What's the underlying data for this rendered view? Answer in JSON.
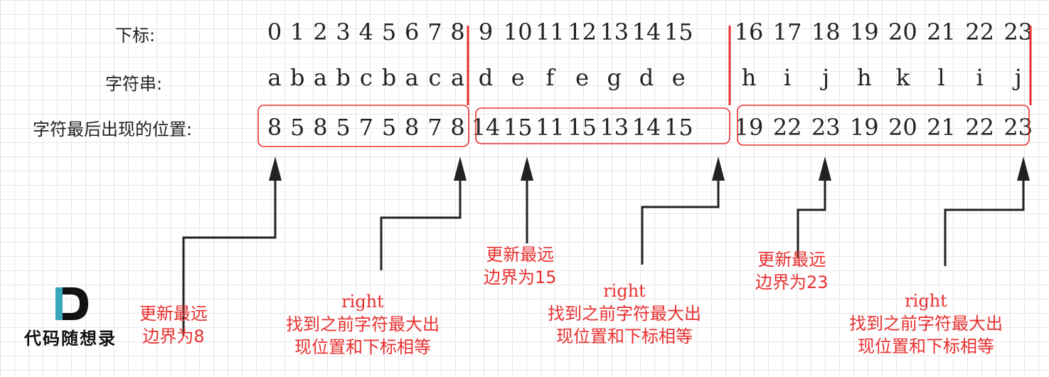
{
  "labels": {
    "index_row": "下标:",
    "char_row": "字符串:",
    "last_row": "字符最后出现的位置:"
  },
  "indices": [
    "0",
    "1",
    "2",
    "3",
    "4",
    "5",
    "6",
    "7",
    "8",
    "9",
    "10",
    "11",
    "12",
    "13",
    "14",
    "15",
    "16",
    "17",
    "18",
    "19",
    "20",
    "21",
    "22",
    "23"
  ],
  "chars": [
    "a",
    "b",
    "a",
    "b",
    "c",
    "b",
    "a",
    "c",
    "a",
    "d",
    "e",
    "f",
    "e",
    "g",
    "d",
    "e",
    "h",
    "i",
    "j",
    "h",
    "k",
    "l",
    "i",
    "j"
  ],
  "last_positions": [
    "8",
    "5",
    "8",
    "5",
    "7",
    "5",
    "8",
    "7",
    "8",
    "14",
    "15",
    "11",
    "15",
    "13",
    "14",
    "15",
    "19",
    "22",
    "23",
    "19",
    "20",
    "21",
    "22",
    "23"
  ],
  "notes": {
    "update8": [
      "更新最远",
      "边界为8"
    ],
    "right1": [
      "right",
      "找到之前字符最大出",
      "现位置和下标相等"
    ],
    "update15": [
      "更新最远",
      "边界为15"
    ],
    "right2": [
      "right",
      "找到之前字符最大出",
      "现位置和下标相等"
    ],
    "update23": [
      "更新最远",
      "边界为23"
    ],
    "right3": [
      "right",
      "找到之前字符最大出",
      "现位置和下标相等"
    ]
  },
  "logo": {
    "letter": "D",
    "text": "代码随想录"
  },
  "colors": {
    "accent": "#e8302f",
    "text": "#222222",
    "arrow": "#222222",
    "grid": "#e6e6e6"
  }
}
